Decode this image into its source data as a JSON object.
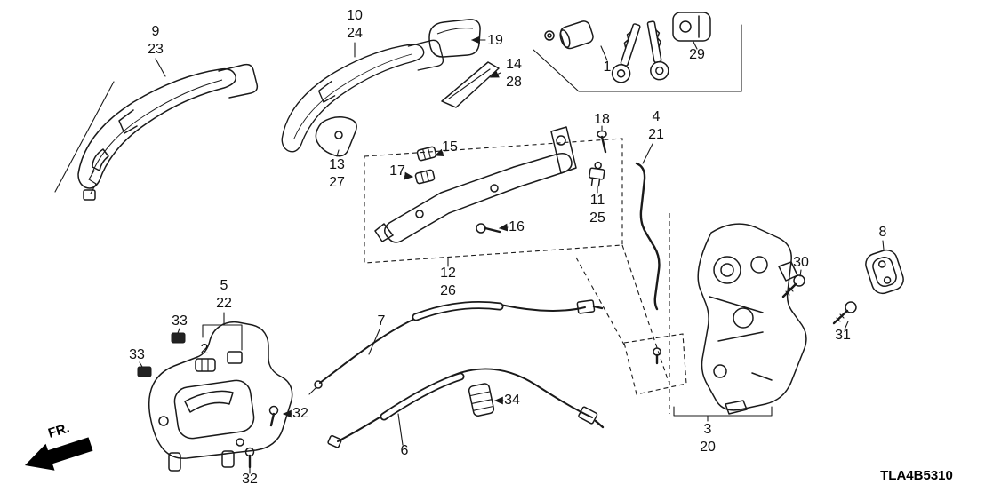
{
  "diagram": {
    "code": "TLA4B5310",
    "fr_label": "FR.",
    "colors": {
      "ink": "#1a1a1a",
      "background": "#ffffff"
    },
    "labels": {
      "n1": "1",
      "n2": "2",
      "n3": "3",
      "n4": "4",
      "n5": "5",
      "n6": "6",
      "n7": "7",
      "n8": "8",
      "n9": "9",
      "n10": "10",
      "n11": "11",
      "n12": "12",
      "n13": "13",
      "n14": "14",
      "n15": "15",
      "n16": "16",
      "n17": "17",
      "n18": "18",
      "n19": "19",
      "n20": "20",
      "n21": "21",
      "n22": "22",
      "n23": "23",
      "n24": "24",
      "n25": "25",
      "n26": "26",
      "n27": "27",
      "n28": "28",
      "n29": "29",
      "n30": "30",
      "n31": "31",
      "n32": "32",
      "n33": "33",
      "n34": "34"
    }
  }
}
